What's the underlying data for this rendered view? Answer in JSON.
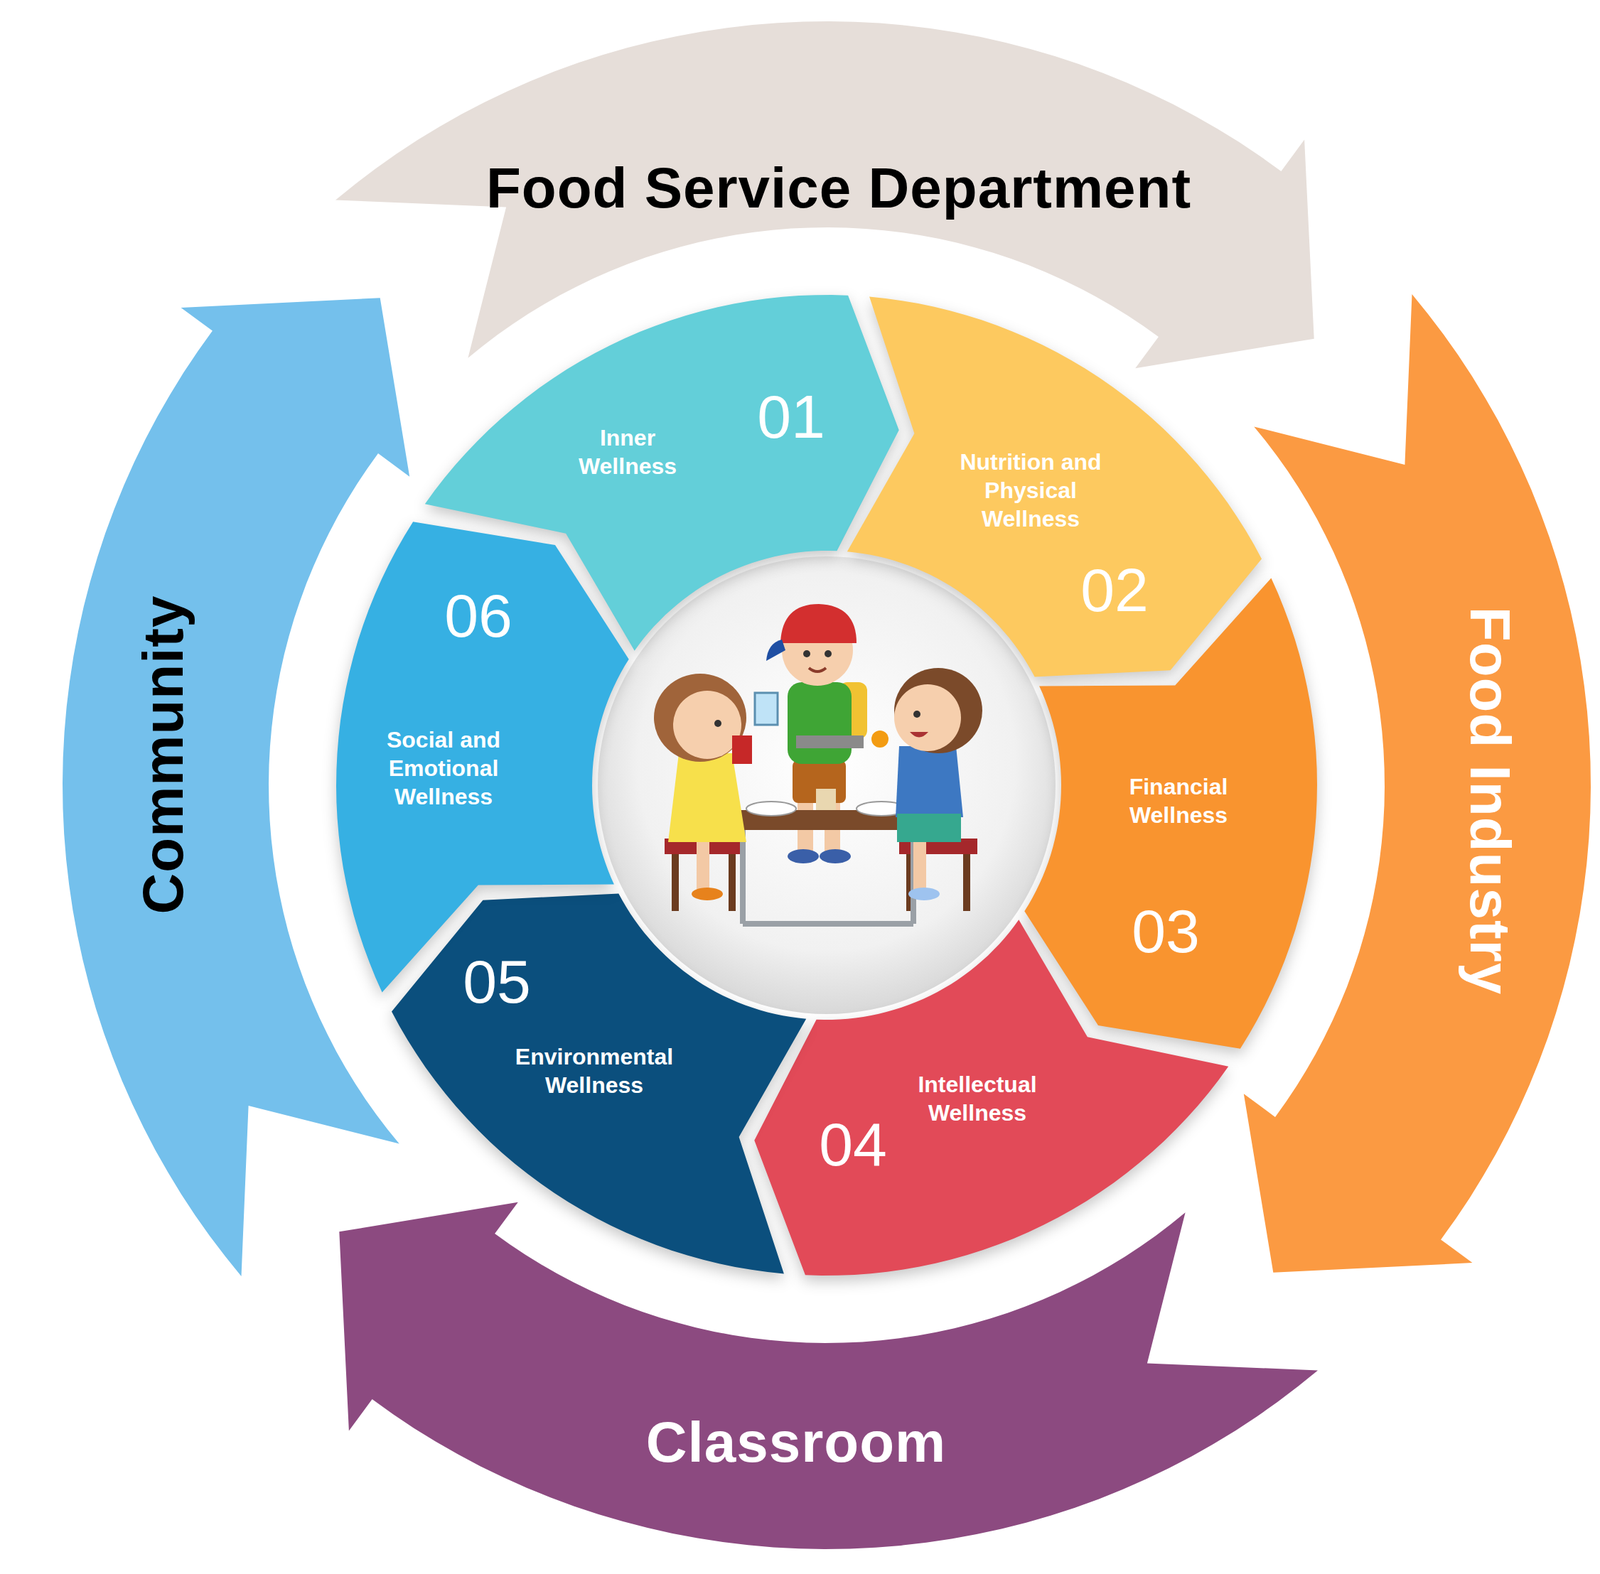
{
  "diagram": {
    "nodes": [
      {
        "text": [
          "Food Service Department"
        ]
      },
      {
        "text": [
          "Food Industry"
        ]
      },
      {
        "text": [
          "Classroom"
        ]
      },
      {
        "text": [
          "Community"
        ]
      },
      {
        "text": [
          "01",
          "Inner Wellness"
        ]
      },
      {
        "text": [
          "02",
          "Nutrition and Physical Wellness"
        ]
      },
      {
        "text": [
          "03",
          "Financial Wellness"
        ]
      },
      {
        "text": [
          "04",
          "Intellectual Wellness"
        ]
      },
      {
        "text": [
          "05",
          "Environmental Wellness"
        ]
      },
      {
        "text": [
          "06",
          "Social and Emotional Wellness"
        ]
      }
    ]
  }
}
